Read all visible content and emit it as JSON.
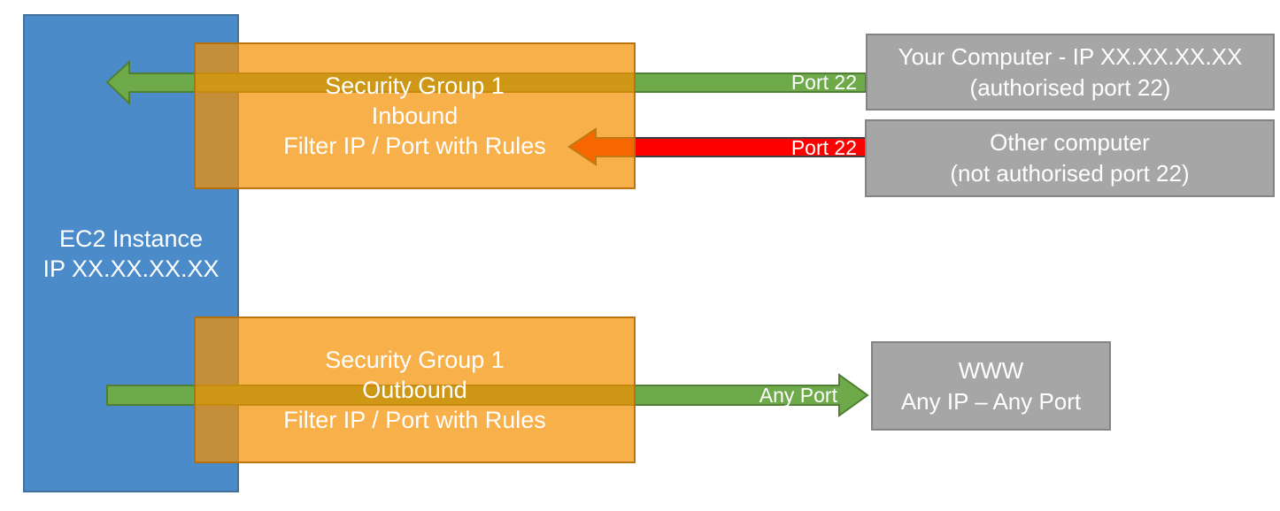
{
  "diagram": {
    "title": "EC2 Security Group inbound/outbound filtering",
    "nodes": {
      "ec2": {
        "line1": "EC2 Instance",
        "line2": "IP XX.XX.XX.XX"
      },
      "sg_inbound": {
        "line1": "Security Group 1",
        "line2": "Inbound",
        "line3": "Filter IP / Port with Rules"
      },
      "sg_outbound": {
        "line1": "Security Group 1",
        "line2": "Outbound",
        "line3": "Filter IP / Port with Rules"
      },
      "your_computer": {
        "line1": "Your Computer - IP XX.XX.XX.XX",
        "line2": "(authorised port 22)"
      },
      "other_computer": {
        "line1": "Other computer",
        "line2": "(not authorised port 22)"
      },
      "www": {
        "line1": "WWW",
        "line2": "Any IP – Any Port"
      }
    },
    "arrows": {
      "inbound_allowed": {
        "label": "Port 22",
        "direction": "right-to-left",
        "status": "allowed"
      },
      "inbound_blocked": {
        "label": "Port 22",
        "direction": "right-to-left",
        "status": "blocked"
      },
      "outbound_allowed": {
        "label": "Any Port",
        "direction": "left-to-right",
        "status": "allowed"
      }
    },
    "colors": {
      "ec2_blue": "#4C8BC9",
      "ec2_border": "#41719C",
      "security_group_orange": "#F59000",
      "security_group_border": "#B36B00",
      "allowed_green": "#6EA94A",
      "allowed_green_border": "#507E32",
      "blocked_red": "#FE0000",
      "blocked_red_border": "#404040",
      "external_gray": "#A6A6A6",
      "external_gray_border": "#848484",
      "text": "#FFFFFF"
    }
  }
}
